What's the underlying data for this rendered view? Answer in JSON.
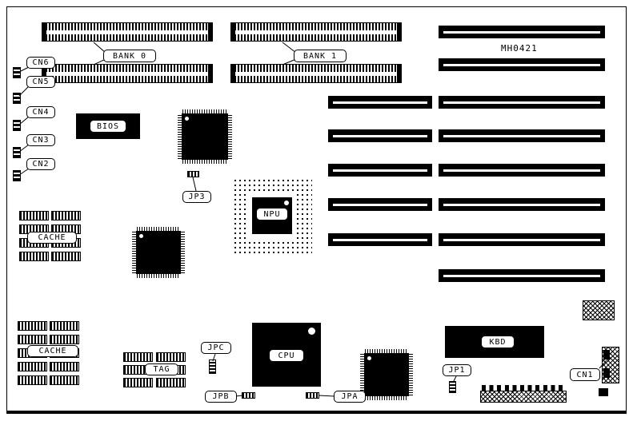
{
  "board": {
    "part_number": "MH0421"
  },
  "memory": {
    "bank0_label": "BANK 0",
    "bank1_label": "BANK 1"
  },
  "chips": {
    "bios": "BIOS",
    "npu": "NPU",
    "cpu": "CPU",
    "kbd": "KBD",
    "cache_upper": "CACHE",
    "cache_lower": "CACHE",
    "tag": "TAG"
  },
  "connectors": {
    "cn1": "CN1",
    "cn2": "CN2",
    "cn3": "CN3",
    "cn4": "CN4",
    "cn5": "CN5",
    "cn6": "CN6"
  },
  "jumpers": {
    "jp1": "JP1",
    "jp3": "JP3",
    "jpa": "JPA",
    "jpb": "JPB",
    "jpc": "JPC"
  }
}
